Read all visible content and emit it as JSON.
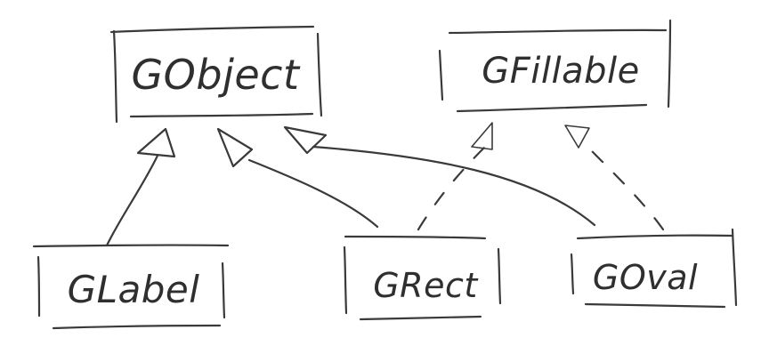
{
  "diagram": {
    "nodes": {
      "gobject": {
        "label": "GObject"
      },
      "gfillable": {
        "label": "GFillable"
      },
      "glabel": {
        "label": "GLabel"
      },
      "grect": {
        "label": "GRect"
      },
      "goval": {
        "label": "GOval"
      }
    },
    "edges": [
      {
        "from": "GLabel",
        "to": "GObject",
        "style": "solid"
      },
      {
        "from": "GRect",
        "to": "GObject",
        "style": "solid"
      },
      {
        "from": "GOval",
        "to": "GObject",
        "style": "solid"
      },
      {
        "from": "GRect",
        "to": "GFillable",
        "style": "dashed"
      },
      {
        "from": "GOval",
        "to": "GFillable",
        "style": "dashed"
      }
    ]
  }
}
